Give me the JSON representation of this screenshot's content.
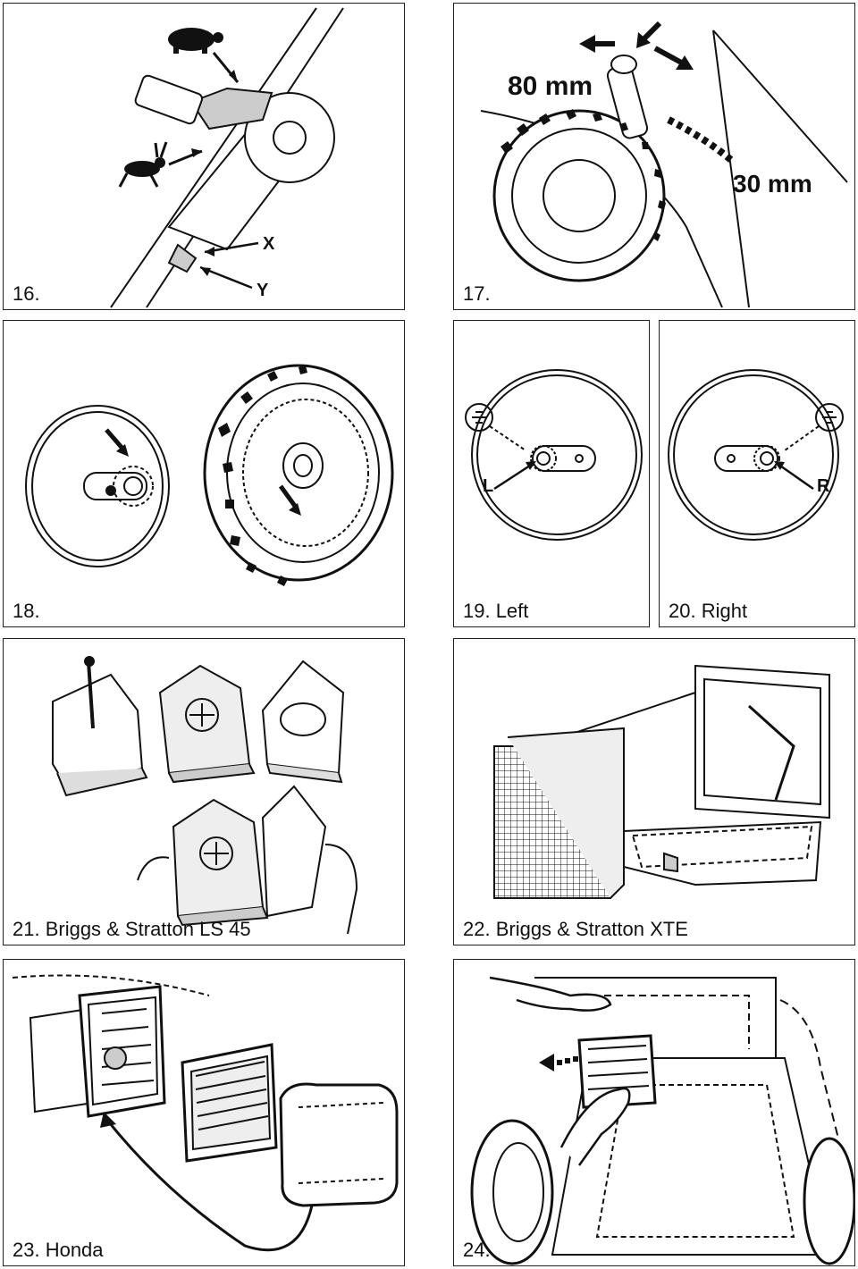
{
  "panels": {
    "p16": {
      "caption": "16.",
      "label_x": "X",
      "label_y": "Y",
      "icons": [
        "turtle-icon",
        "hare-icon"
      ]
    },
    "p17": {
      "caption": "17.",
      "dim_top": "80 mm",
      "dim_side": "30 mm"
    },
    "p18": {
      "caption": "18."
    },
    "p19": {
      "caption": "19. Left",
      "marker": "L"
    },
    "p20": {
      "caption": "20. Right",
      "marker": "R"
    },
    "p21": {
      "caption": "21. Briggs & Stratton LS 45"
    },
    "p22": {
      "caption": "22. Briggs & Stratton XTE"
    },
    "p23": {
      "caption": "23. Honda"
    },
    "p24": {
      "caption": "24."
    }
  },
  "colors": {
    "line": "#111111",
    "shade": "#9a9a9a",
    "light": "#e4e4e4"
  }
}
